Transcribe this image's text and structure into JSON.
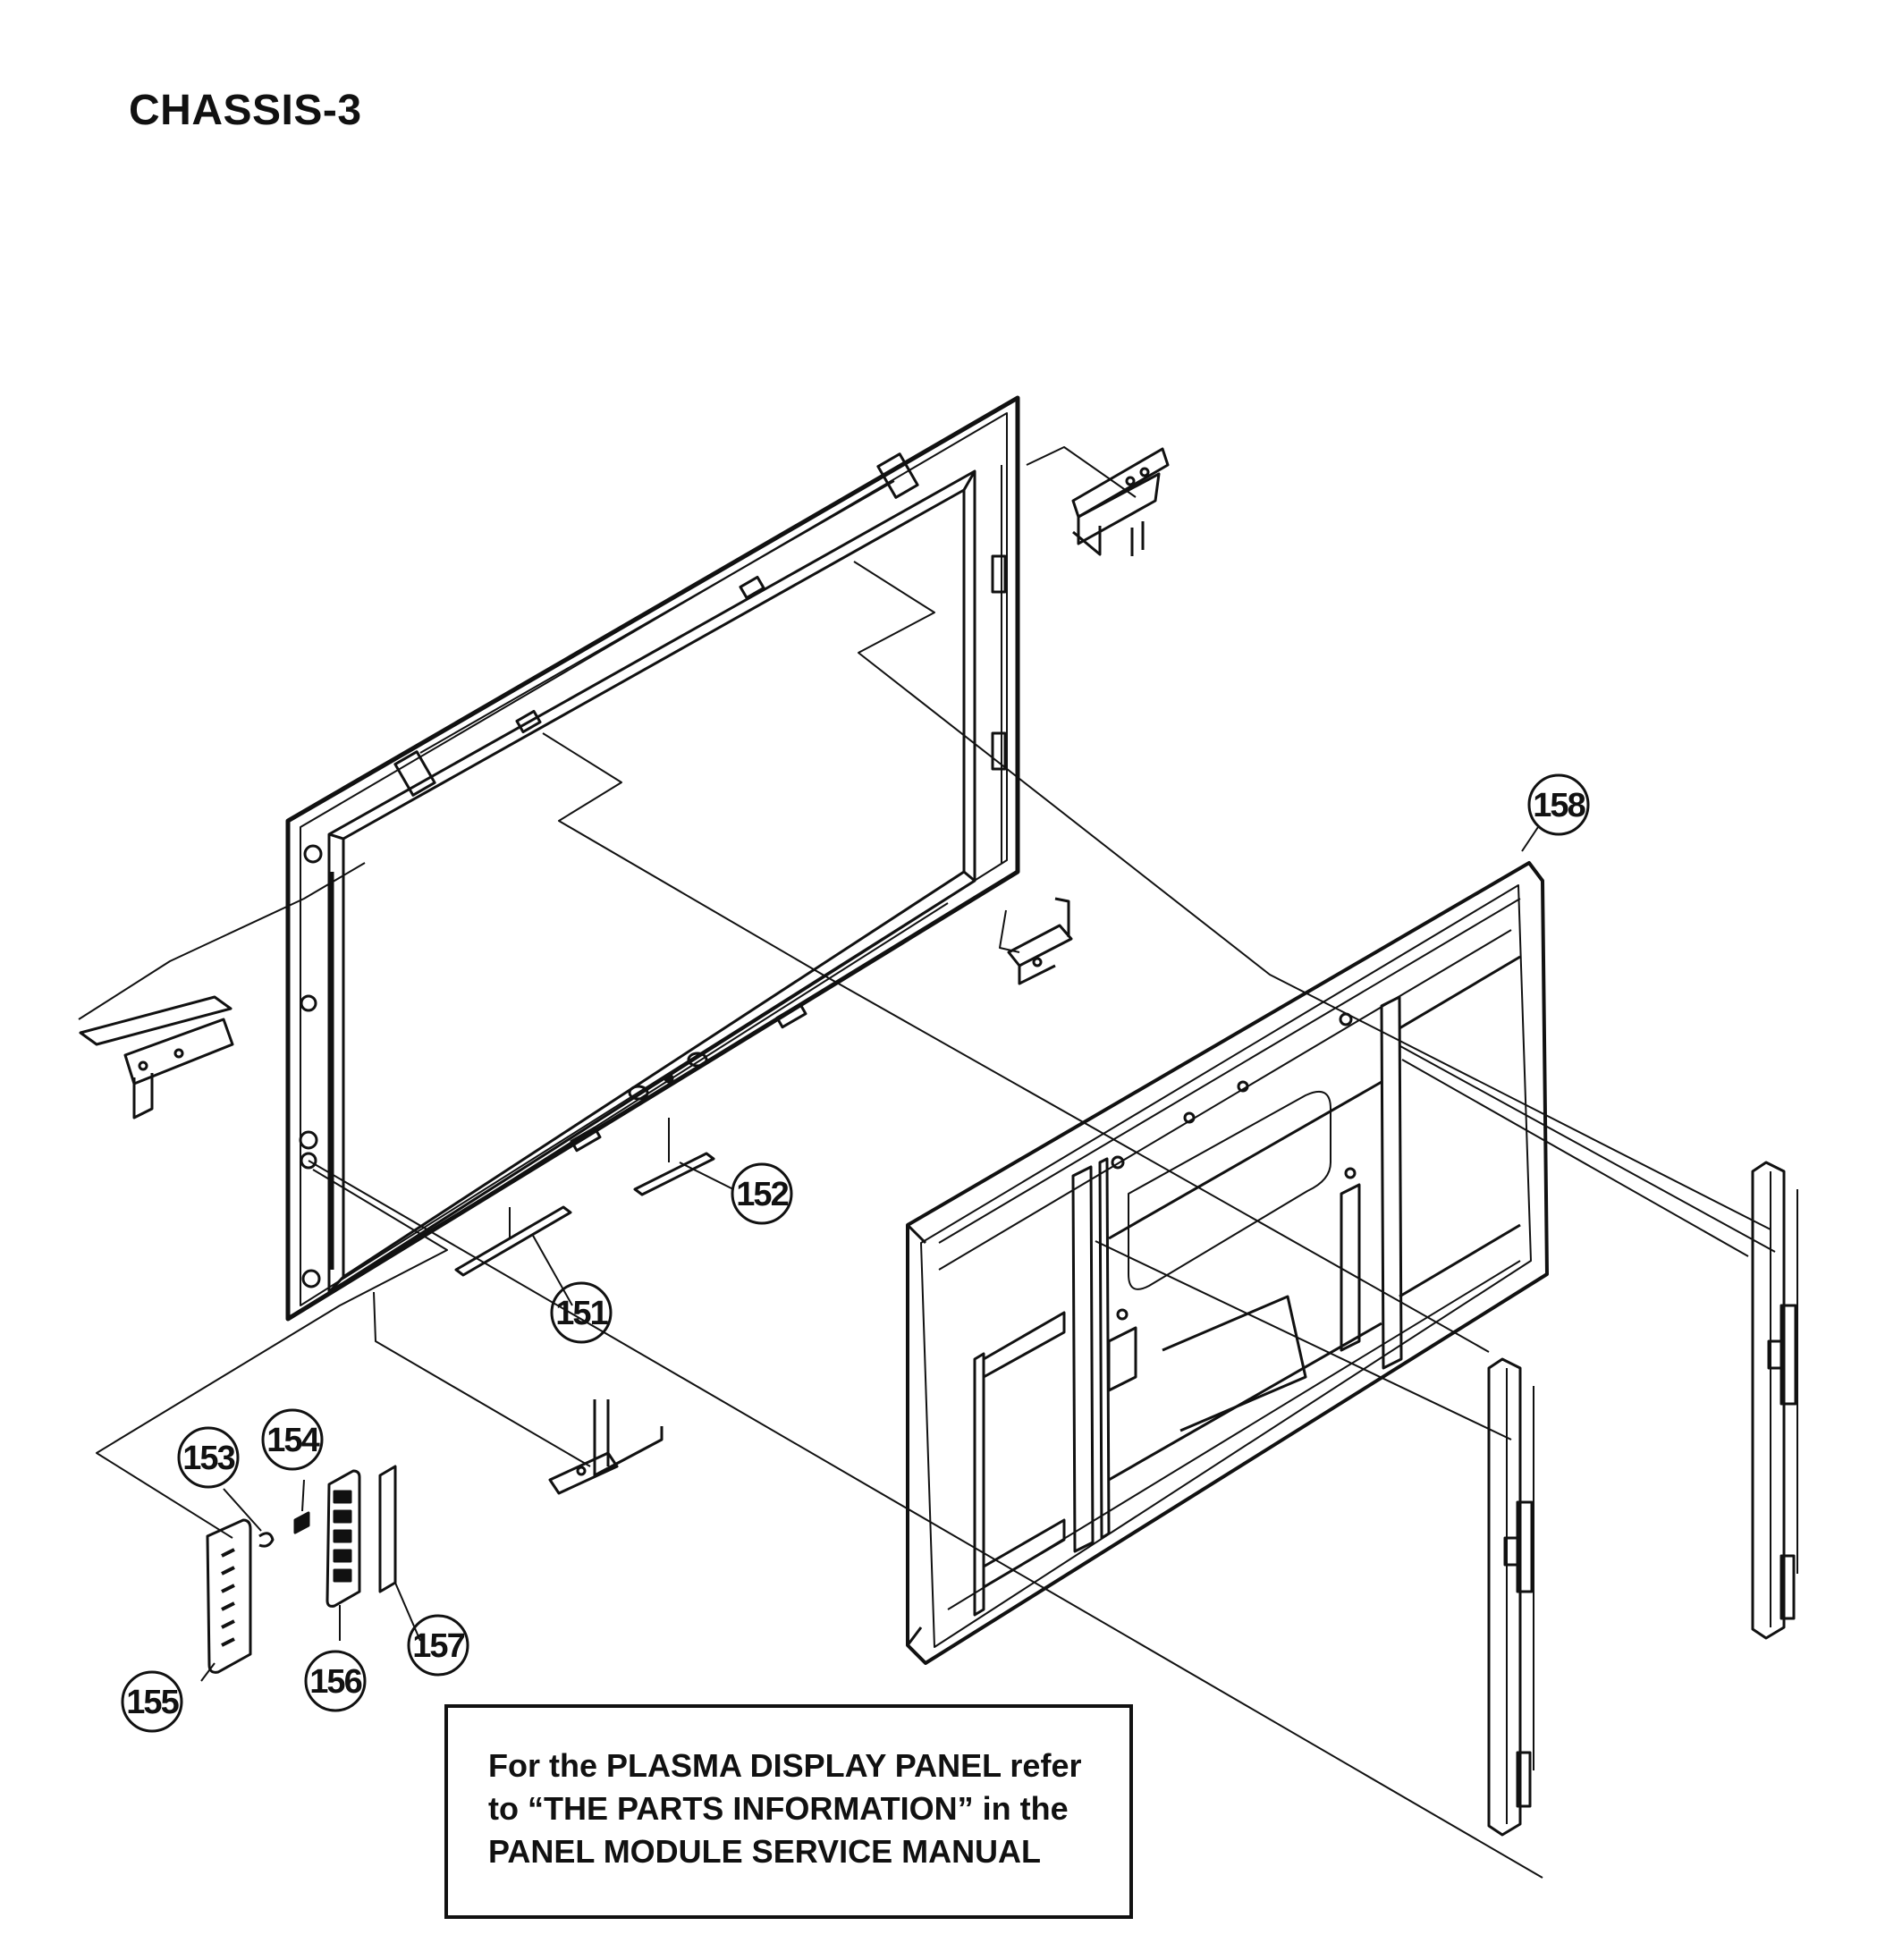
{
  "title": "CHASSIS-3",
  "callouts": [
    {
      "id": "151",
      "label": "151"
    },
    {
      "id": "152",
      "label": "152"
    },
    {
      "id": "153",
      "label": "153"
    },
    {
      "id": "154",
      "label": "154"
    },
    {
      "id": "155",
      "label": "155"
    },
    {
      "id": "156",
      "label": "156"
    },
    {
      "id": "157",
      "label": "157"
    },
    {
      "id": "158",
      "label": "158"
    }
  ],
  "note": {
    "line1": "For the PLASMA DISPLAY PANEL refer",
    "line2": "to “THE PARTS INFORMATION”  in the",
    "line3": "PANEL MODULE SERVICE MANUAL"
  }
}
